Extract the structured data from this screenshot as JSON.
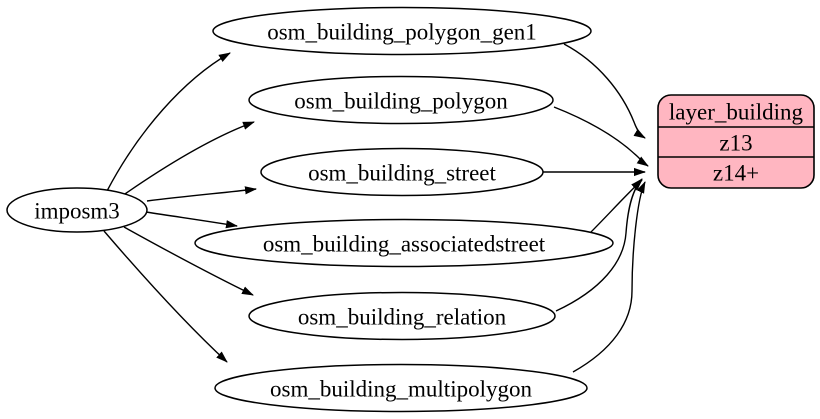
{
  "diagram": {
    "kind": "etl-graph",
    "background_color": "#ffffff",
    "line_color": "#000000",
    "source": {
      "label": "imposm3"
    },
    "tables": [
      {
        "label": "osm_building_polygon_gen1"
      },
      {
        "label": "osm_building_polygon"
      },
      {
        "label": "osm_building_street"
      },
      {
        "label": "osm_building_associatedstreet"
      },
      {
        "label": "osm_building_relation"
      },
      {
        "label": "osm_building_multipolygon"
      }
    ],
    "layer": {
      "title": "layer_building",
      "rows": [
        {
          "label": "z13"
        },
        {
          "label": "z14+"
        }
      ],
      "fill_color": "#ffb6c1",
      "border_color": "#000000"
    },
    "edges": [
      {
        "from": "imposm3",
        "to": "osm_building_polygon_gen1"
      },
      {
        "from": "imposm3",
        "to": "osm_building_polygon"
      },
      {
        "from": "imposm3",
        "to": "osm_building_street"
      },
      {
        "from": "imposm3",
        "to": "osm_building_associatedstreet"
      },
      {
        "from": "imposm3",
        "to": "osm_building_relation"
      },
      {
        "from": "imposm3",
        "to": "osm_building_multipolygon"
      },
      {
        "from": "osm_building_polygon_gen1",
        "to": "layer_building:z13"
      },
      {
        "from": "osm_building_polygon",
        "to": "layer_building:z14+"
      },
      {
        "from": "osm_building_street",
        "to": "layer_building:z14+"
      },
      {
        "from": "osm_building_associatedstreet",
        "to": "layer_building:z14+"
      },
      {
        "from": "osm_building_relation",
        "to": "layer_building:z14+"
      },
      {
        "from": "osm_building_multipolygon",
        "to": "layer_building:z14+"
      }
    ]
  }
}
